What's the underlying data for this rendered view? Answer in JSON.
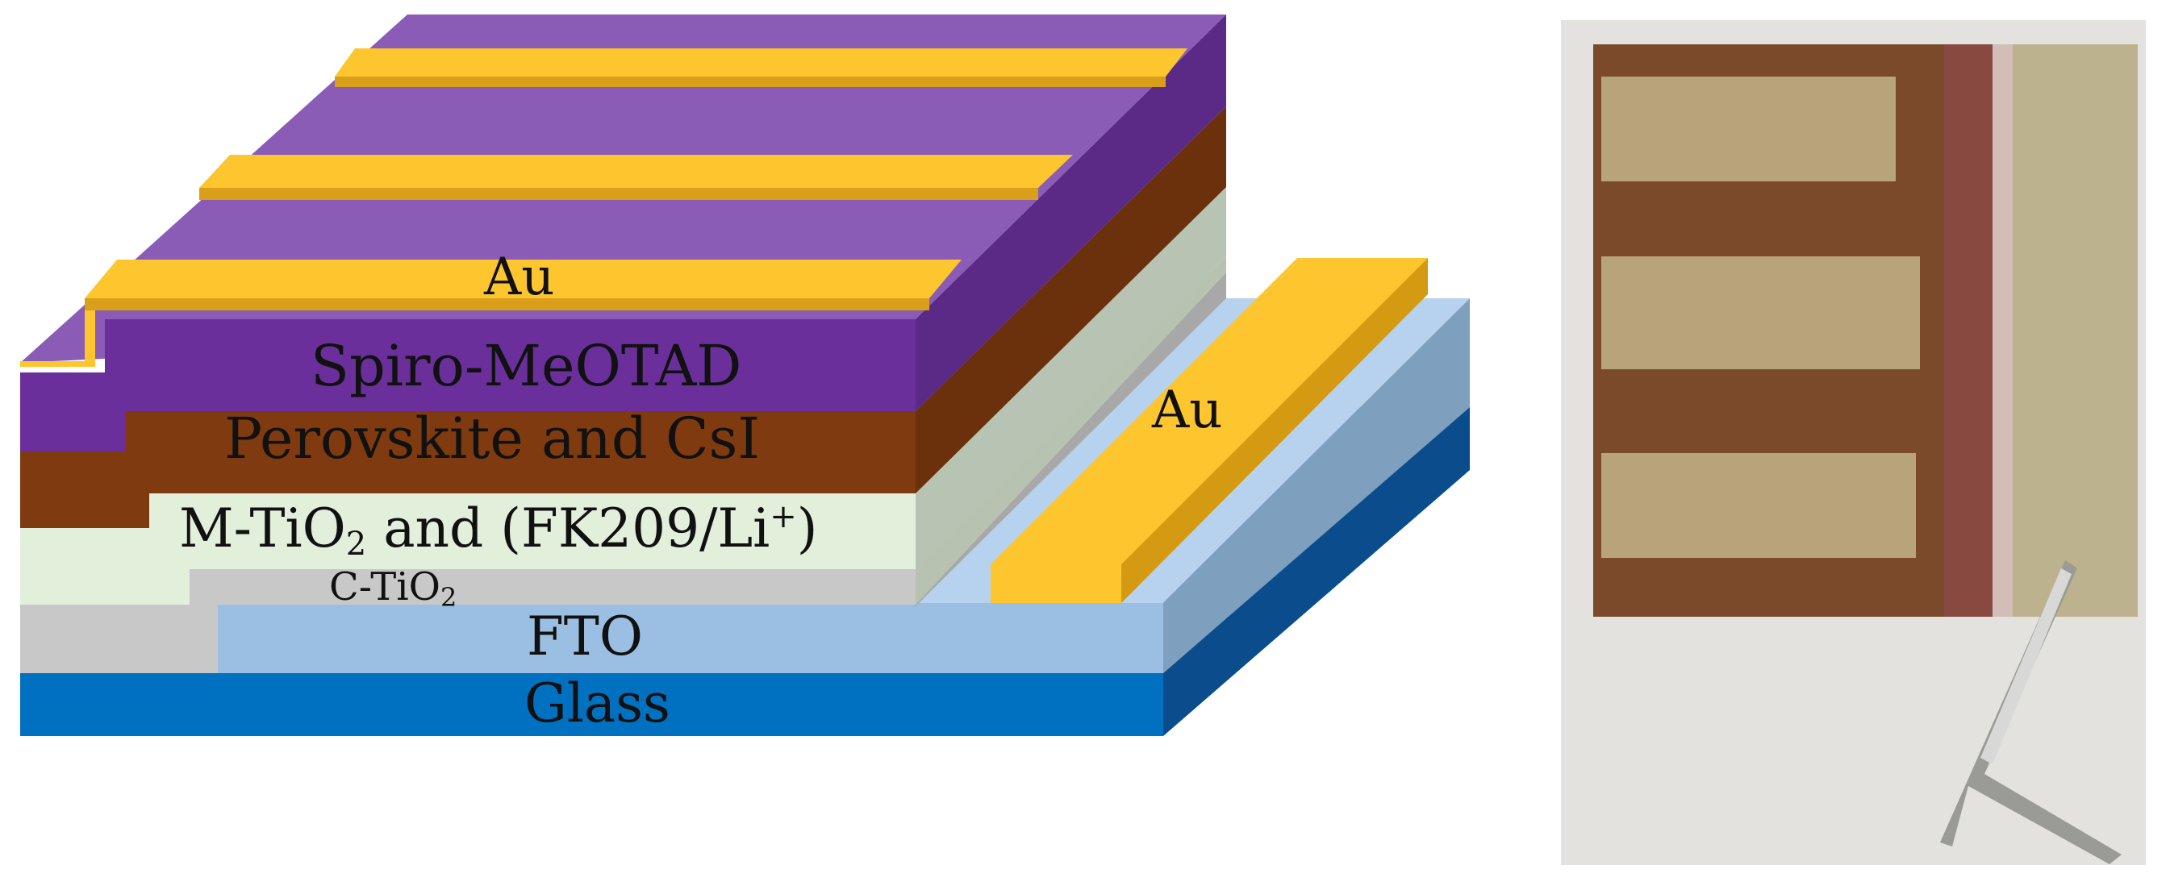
{
  "labels": {
    "au_top": "Au",
    "spiro": "Spiro-MeOTAD",
    "perovskite": "Perovskite and CsI",
    "mtio2_prefix": "M-TiO",
    "mtio2_sub": "2",
    "mtio2_mid": " and (FK209/Li",
    "mtio2_sup": "+",
    "mtio2_end": ")",
    "ctio2_prefix": "C-TiO",
    "ctio2_sub": "2",
    "fto": "FTO",
    "glass": "Glass",
    "au_side": "Au"
  },
  "colors": {
    "spiro": "#6a2f9b",
    "spiro_top": "#8a5cb6",
    "gold": "#fdc52e",
    "perovskite": "#7f3b0f",
    "mtio2": "#e2efdb",
    "ctio2": "#c8c8c8",
    "fto": "#9bbfe3",
    "glass": "#0070c0"
  }
}
